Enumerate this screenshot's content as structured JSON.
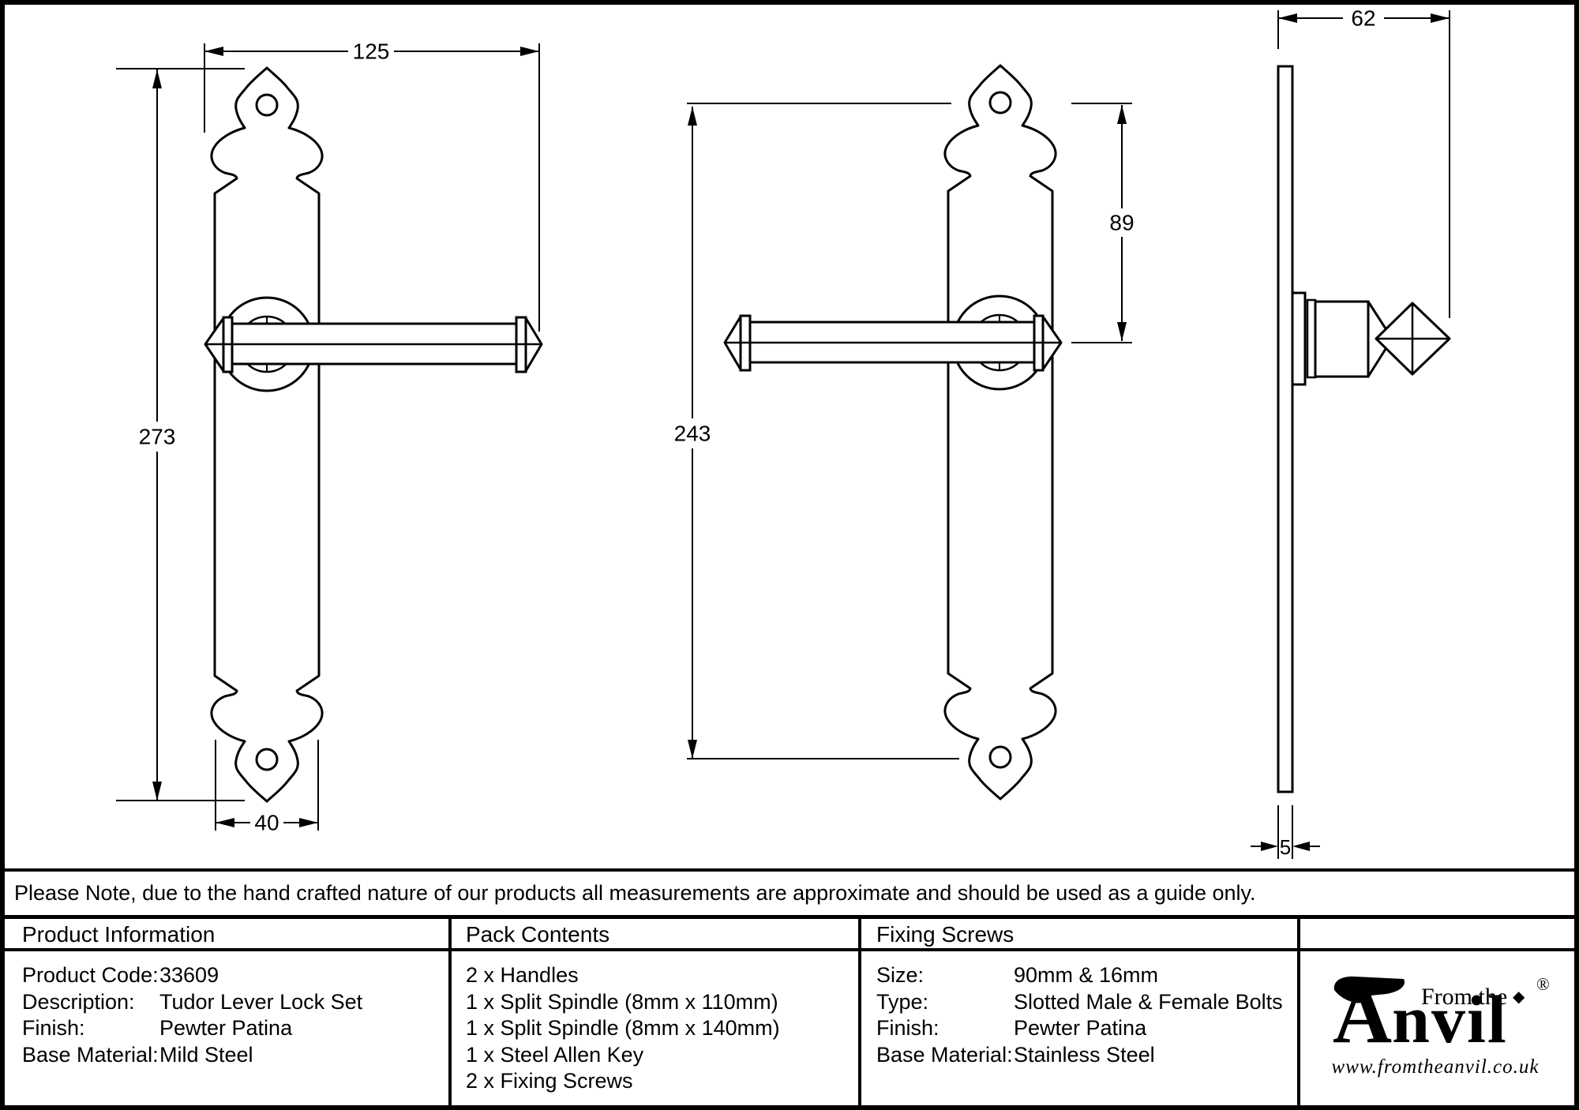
{
  "drawing": {
    "dimensions": {
      "lever_length": "125",
      "plate_height": "273",
      "plate_width": "40",
      "hole_to_handle_centre": "89",
      "fixing_hole_centres": "243",
      "projection": "62",
      "plate_thickness": "5"
    }
  },
  "note": {
    "text": "Please Note, due to the hand crafted nature of our products all measurements are approximate and should be used as a guide only."
  },
  "table": {
    "product_information": {
      "header": "Product Information",
      "rows": [
        {
          "label": "Product Code:",
          "value": "33609"
        },
        {
          "label": "Description:",
          "value": "Tudor Lever Lock Set"
        },
        {
          "label": "Finish:",
          "value": "Pewter Patina"
        },
        {
          "label": "Base Material:",
          "value": "Mild Steel"
        }
      ]
    },
    "pack_contents": {
      "header": "Pack Contents",
      "items": [
        "2 x Handles",
        "1 x Split Spindle (8mm x 110mm)",
        "1 x Split Spindle (8mm x 140mm)",
        "1 x Steel Allen Key",
        "2 x Fixing Screws"
      ]
    },
    "fixing_screws": {
      "header": "Fixing Screws",
      "rows": [
        {
          "label": "Size:",
          "value": "90mm & 16mm"
        },
        {
          "label": "Type:",
          "value": "Slotted Male & Female Bolts"
        },
        {
          "label": "Finish:",
          "value": "Pewter Patina"
        },
        {
          "label": "Base Material:",
          "value": "Stainless Steel"
        }
      ]
    }
  },
  "logo": {
    "tagline": "From the",
    "name_initial": "A",
    "name_rest": "nvil",
    "registered": "®",
    "diamond": "◆",
    "url": "www.fromtheanvil.co.uk"
  },
  "colors": {
    "ink": "#000000",
    "paper": "#ffffff"
  }
}
